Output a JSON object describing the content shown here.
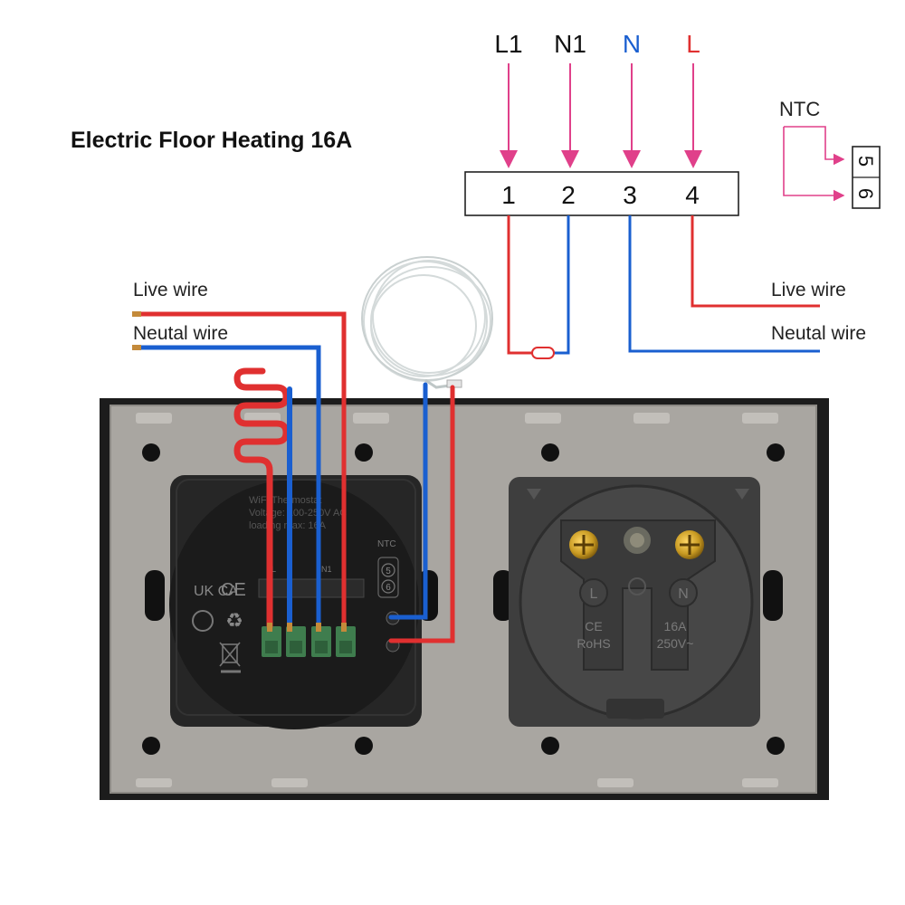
{
  "title": "Electric Floor Heating 16A",
  "supply_labels": [
    {
      "text": "L1",
      "color": "#111111"
    },
    {
      "text": "N1",
      "color": "#111111"
    },
    {
      "text": "N",
      "color": "#1a5fd0"
    },
    {
      "text": "L",
      "color": "#e03030"
    }
  ],
  "terminals": [
    "1",
    "2",
    "3",
    "4"
  ],
  "ntc": {
    "label": "NTC",
    "pins": [
      "5",
      "6"
    ]
  },
  "right_wires": {
    "live": "Live wire",
    "neutral": "Neutal wire"
  },
  "left_wires": {
    "live": "Live wire",
    "neutral": "Neutal wire"
  },
  "thermostat_module": {
    "ntc_label": "NTC",
    "ntc_pins": [
      "5",
      "6"
    ],
    "marks": [
      "UK CA",
      "CE"
    ],
    "terminal_labels": [
      "L",
      "N1"
    ]
  },
  "socket_module": {
    "left_label": "L",
    "right_label": "N",
    "ce_rohs": [
      "CE",
      "RoHS"
    ],
    "rating": [
      "16A",
      "250V~"
    ]
  },
  "colors": {
    "live": "#e03030",
    "neutral": "#1a5fd0",
    "arrow": "#e0408a",
    "frame": "#1c1c1c",
    "plate": "#a9a6a1",
    "module": "#1e1e1e",
    "socket": "#3e3e3e"
  }
}
